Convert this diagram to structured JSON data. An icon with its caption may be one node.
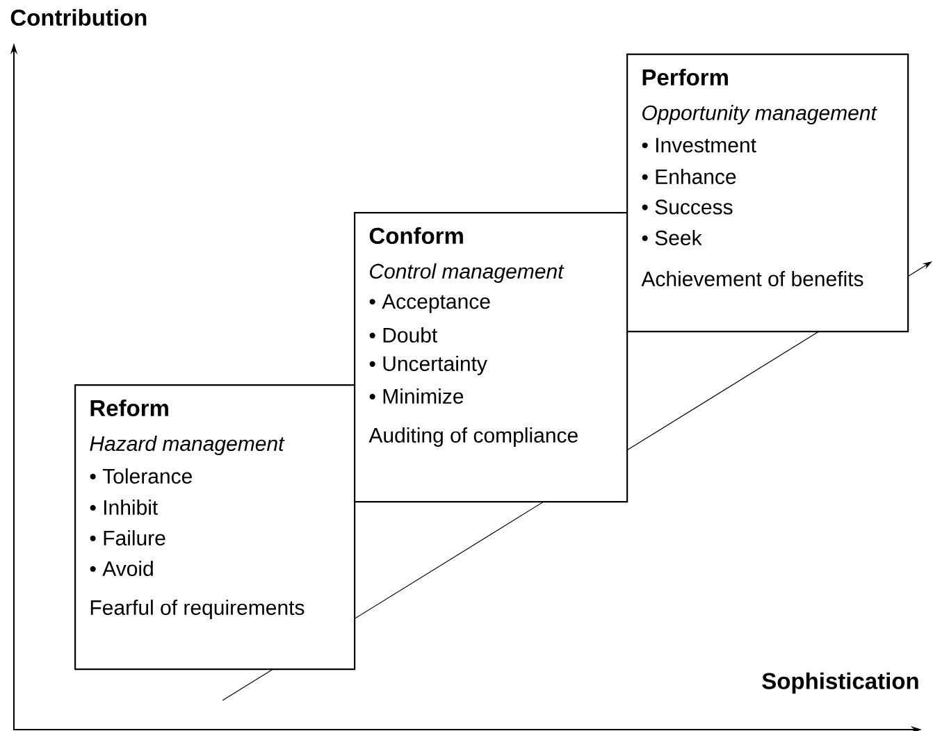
{
  "diagram": {
    "nodes": [
      {
        "text": [
          "Reform",
          "Hazard management",
          "• Tolerance",
          "• Inhibit",
          "• Failure",
          "• Avoid",
          "Fearful of requirements"
        ]
      },
      {
        "text": [
          "Conform",
          "Control management",
          "• Acceptance",
          "• Doubt",
          "• Uncertainty",
          "• Minimize",
          "Auditing of compliance"
        ]
      },
      {
        "text": [
          "Perform",
          "Opportunity management",
          "• Investment",
          "• Enhance",
          "• Success",
          "• Seek",
          "Achievement of benefits"
        ]
      }
    ],
    "edges": [],
    "labels": [
      "Contribution",
      "Sophistication"
    ]
  }
}
